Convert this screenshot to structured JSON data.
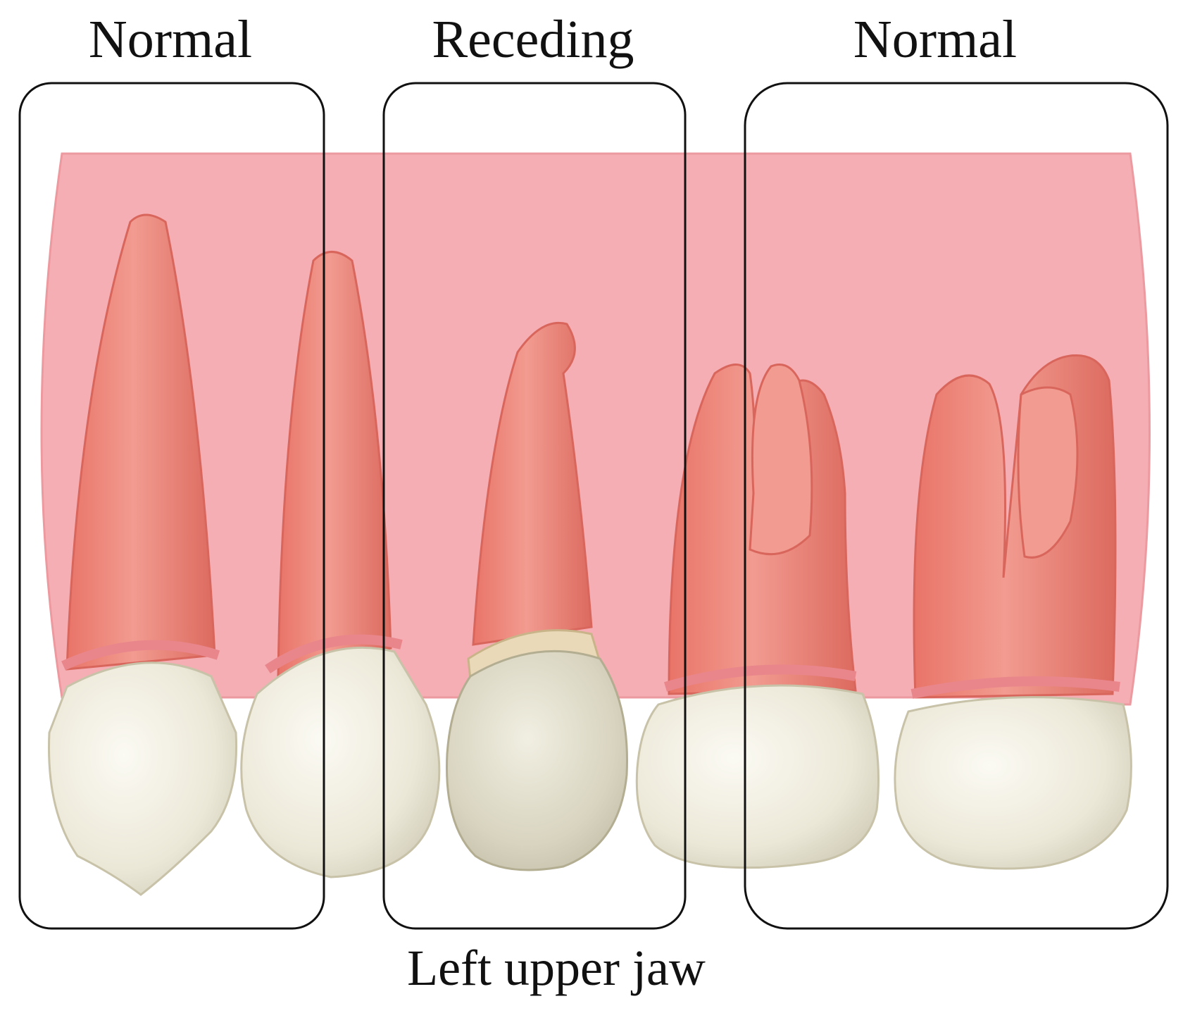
{
  "labels": {
    "left": "Normal",
    "middle": "Receding",
    "right": "Normal"
  },
  "caption": "Left upper jaw",
  "colors": {
    "gum": "#f5aeb3",
    "gum_edge": "#e9868c",
    "root": "#ef8278",
    "root_dark": "#d9665c",
    "root_light": "#f6a79d",
    "crown": "#f2efe3",
    "crown_shade": "#d9d6c4",
    "exposed_root": "#e9d9b8",
    "frame": "#111111",
    "background": "#ffffff"
  },
  "teeth": [
    {
      "name": "canine",
      "icon": "canine-tooth"
    },
    {
      "name": "first-premolar",
      "icon": "premolar-tooth"
    },
    {
      "name": "second-premolar",
      "icon": "premolar-tooth"
    },
    {
      "name": "first-molar",
      "icon": "molar-tooth"
    },
    {
      "name": "second-molar",
      "icon": "molar-tooth"
    }
  ]
}
